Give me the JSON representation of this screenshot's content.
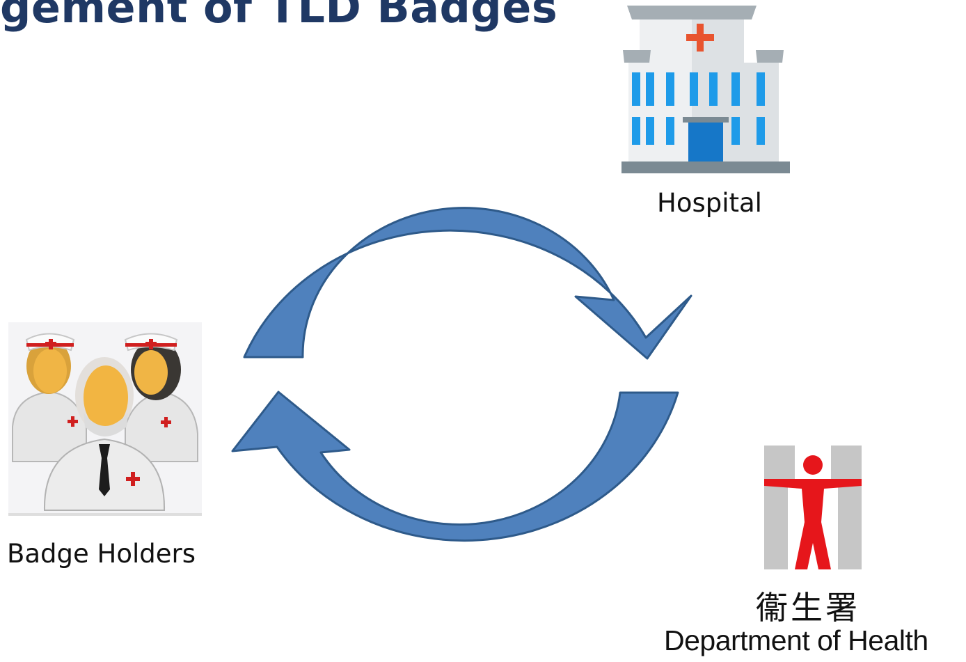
{
  "title": "gement of TLD Badges",
  "nodes": {
    "hospital": {
      "label": "Hospital",
      "icon": "hospital-icon"
    },
    "badge_holders": {
      "label": "Badge Holders",
      "icon": "medical-staff-icon"
    },
    "department": {
      "label_cjk": "衞生署",
      "label": "Department of Health",
      "icon": "department-of-health-logo"
    }
  },
  "colors": {
    "title": "#1f3864",
    "arrow_fill": "#4f81bd",
    "arrow_stroke": "#2e5a8a",
    "logo_red": "#e6161b",
    "logo_grey": "#c6c6c6"
  }
}
